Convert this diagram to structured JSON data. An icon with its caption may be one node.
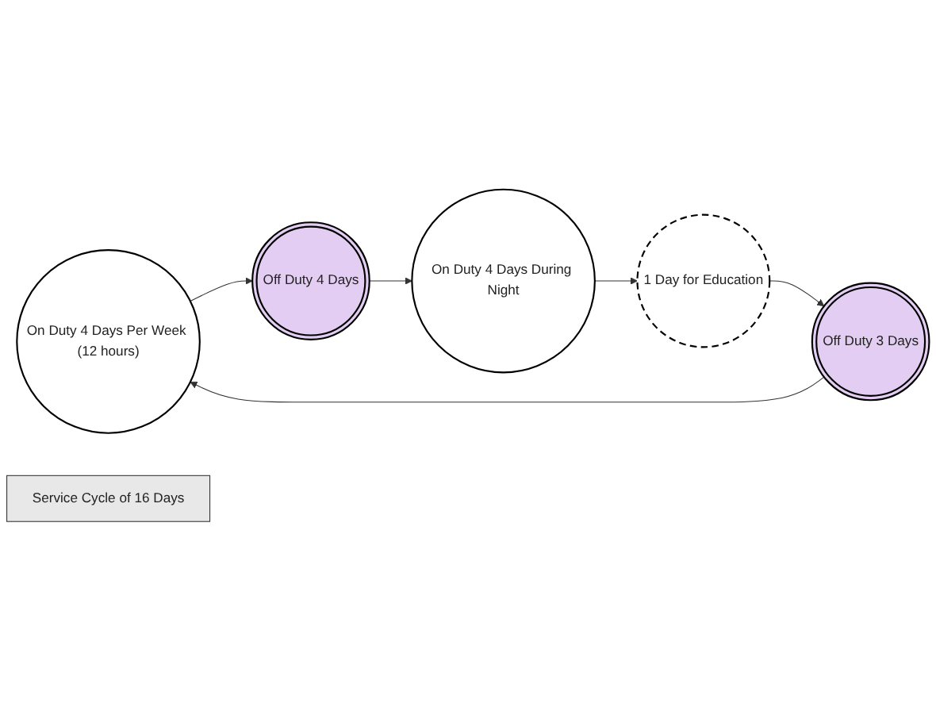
{
  "diagram": {
    "nodes": [
      {
        "text": [
          "On Duty 4 Days Per Week (12 hours)"
        ]
      },
      {
        "text": [
          "Off Duty 4 Days"
        ]
      },
      {
        "text": [
          "Service Cycle of 16 Days"
        ]
      },
      {
        "text": [
          "On Duty 4 Days During Night"
        ]
      },
      {
        "text": [
          "Off Duty 3 Days"
        ]
      },
      {
        "text": [
          "1 Day for Education"
        ]
      }
    ],
    "edges": [
      {
        "from": 0,
        "to": 1,
        "arrow": "to"
      },
      {
        "from": 1,
        "to": 3,
        "arrow": "to"
      },
      {
        "from": 3,
        "to": 5,
        "arrow": "to"
      },
      {
        "from": 5,
        "to": 4,
        "arrow": "to"
      },
      {
        "from": 4,
        "to": 0,
        "arrow": "to"
      }
    ]
  }
}
